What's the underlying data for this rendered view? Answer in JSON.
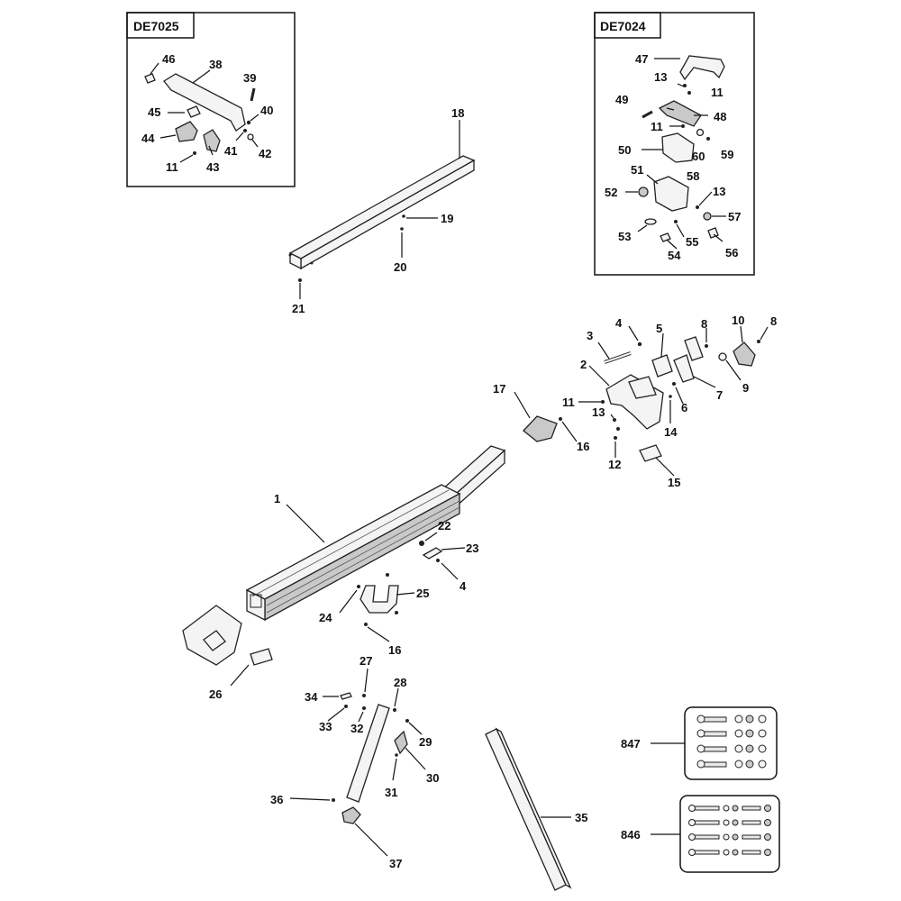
{
  "kit_boxes": {
    "left": {
      "title": "DE7025"
    },
    "right": {
      "title": "DE7024"
    }
  },
  "callouts": [
    {
      "id": "c46",
      "text": "46"
    },
    {
      "id": "c38",
      "text": "38"
    },
    {
      "id": "c39",
      "text": "39"
    },
    {
      "id": "c40",
      "text": "40"
    },
    {
      "id": "c45",
      "text": "45"
    },
    {
      "id": "c44",
      "text": "44"
    },
    {
      "id": "c41",
      "text": "41"
    },
    {
      "id": "c42",
      "text": "42"
    },
    {
      "id": "c11a",
      "text": "11"
    },
    {
      "id": "c43",
      "text": "43"
    },
    {
      "id": "c47",
      "text": "47"
    },
    {
      "id": "c13a",
      "text": "13"
    },
    {
      "id": "c11b",
      "text": "11"
    },
    {
      "id": "c49",
      "text": "49"
    },
    {
      "id": "c48",
      "text": "48"
    },
    {
      "id": "c11c",
      "text": "11"
    },
    {
      "id": "c50",
      "text": "50"
    },
    {
      "id": "c60",
      "text": "60"
    },
    {
      "id": "c59",
      "text": "59"
    },
    {
      "id": "c51",
      "text": "51"
    },
    {
      "id": "c58",
      "text": "58"
    },
    {
      "id": "c52",
      "text": "52"
    },
    {
      "id": "c13b",
      "text": "13"
    },
    {
      "id": "c57",
      "text": "57"
    },
    {
      "id": "c53",
      "text": "53"
    },
    {
      "id": "c55",
      "text": "55"
    },
    {
      "id": "c54",
      "text": "54"
    },
    {
      "id": "c56",
      "text": "56"
    },
    {
      "id": "c18",
      "text": "18"
    },
    {
      "id": "c19",
      "text": "19"
    },
    {
      "id": "c20",
      "text": "20"
    },
    {
      "id": "c21",
      "text": "21"
    },
    {
      "id": "c4a",
      "text": "4"
    },
    {
      "id": "c3",
      "text": "3"
    },
    {
      "id": "c5",
      "text": "5"
    },
    {
      "id": "c8a",
      "text": "8"
    },
    {
      "id": "c10",
      "text": "10"
    },
    {
      "id": "c8b",
      "text": "8"
    },
    {
      "id": "c2",
      "text": "2"
    },
    {
      "id": "c7",
      "text": "7"
    },
    {
      "id": "c9",
      "text": "9"
    },
    {
      "id": "c17",
      "text": "17"
    },
    {
      "id": "c11d",
      "text": "11"
    },
    {
      "id": "c6",
      "text": "6"
    },
    {
      "id": "c13c",
      "text": "13"
    },
    {
      "id": "c14",
      "text": "14"
    },
    {
      "id": "c16a",
      "text": "16"
    },
    {
      "id": "c12",
      "text": "12"
    },
    {
      "id": "c15",
      "text": "15"
    },
    {
      "id": "c1",
      "text": "1"
    },
    {
      "id": "c22",
      "text": "22"
    },
    {
      "id": "c23",
      "text": "23"
    },
    {
      "id": "c4b",
      "text": "4"
    },
    {
      "id": "c25",
      "text": "25"
    },
    {
      "id": "c24",
      "text": "24"
    },
    {
      "id": "c16b",
      "text": "16"
    },
    {
      "id": "c26",
      "text": "26"
    },
    {
      "id": "c27",
      "text": "27"
    },
    {
      "id": "c28",
      "text": "28"
    },
    {
      "id": "c34",
      "text": "34"
    },
    {
      "id": "c33",
      "text": "33"
    },
    {
      "id": "c32",
      "text": "32"
    },
    {
      "id": "c29",
      "text": "29"
    },
    {
      "id": "c30",
      "text": "30"
    },
    {
      "id": "c31",
      "text": "31"
    },
    {
      "id": "c36",
      "text": "36"
    },
    {
      "id": "c37",
      "text": "37"
    },
    {
      "id": "c35",
      "text": "35"
    },
    {
      "id": "c847",
      "text": "847"
    },
    {
      "id": "c846",
      "text": "846"
    }
  ]
}
